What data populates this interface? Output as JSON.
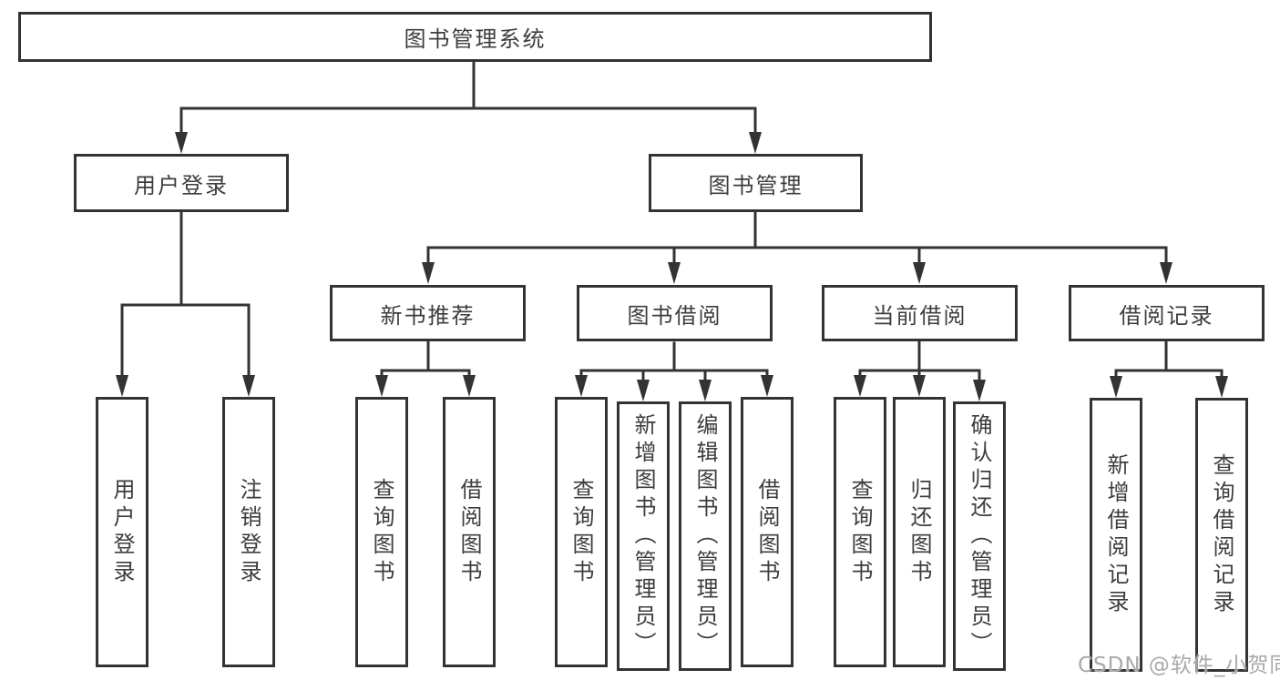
{
  "colors": {
    "line": "#333333",
    "box_border": "#333333",
    "text": "#3d3d3d",
    "background": "#ffffff",
    "watermark": "#a9a9a9"
  },
  "watermark": {
    "text": "CSDN @软件_小贺同学"
  },
  "tree": {
    "root": {
      "label": "图书管理系统"
    },
    "children": [
      {
        "label": "用户登录",
        "children": [
          {
            "label": "用户登录"
          },
          {
            "label": "注销登录"
          }
        ]
      },
      {
        "label": "图书管理",
        "children": [
          {
            "label": "新书推荐",
            "children": [
              {
                "label": "查询图书"
              },
              {
                "label": "借阅图书"
              }
            ]
          },
          {
            "label": "图书借阅",
            "children": [
              {
                "label": "查询图书"
              },
              {
                "label": "新增图书（管理员）"
              },
              {
                "label": "编辑图书（管理员）"
              },
              {
                "label": "借阅图书"
              }
            ]
          },
          {
            "label": "当前借阅",
            "children": [
              {
                "label": "查询图书"
              },
              {
                "label": "归还图书"
              },
              {
                "label": "确认归还（管理员）"
              }
            ]
          },
          {
            "label": "借阅记录",
            "children": [
              {
                "label": "新增借阅记录"
              },
              {
                "label": "查询借阅记录"
              }
            ]
          }
        ]
      }
    ]
  }
}
